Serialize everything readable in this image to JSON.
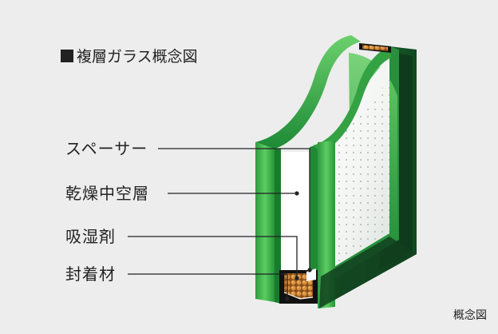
{
  "title": "複層ガラス概念図",
  "labels": {
    "spacer": "スペーサー",
    "dry_air_layer": "乾燥中空層",
    "desiccant": "吸湿剤",
    "sealant": "封着材"
  },
  "note": "概念図",
  "colors": {
    "background": "#ededed",
    "glass_green": "#1e8c3a",
    "glass_green_light": "#4cc05a",
    "glass_dark": "#12331c",
    "spacer_frame": "#111111",
    "desiccant_orange": "#c77a2c",
    "leader_line": "#222222"
  }
}
